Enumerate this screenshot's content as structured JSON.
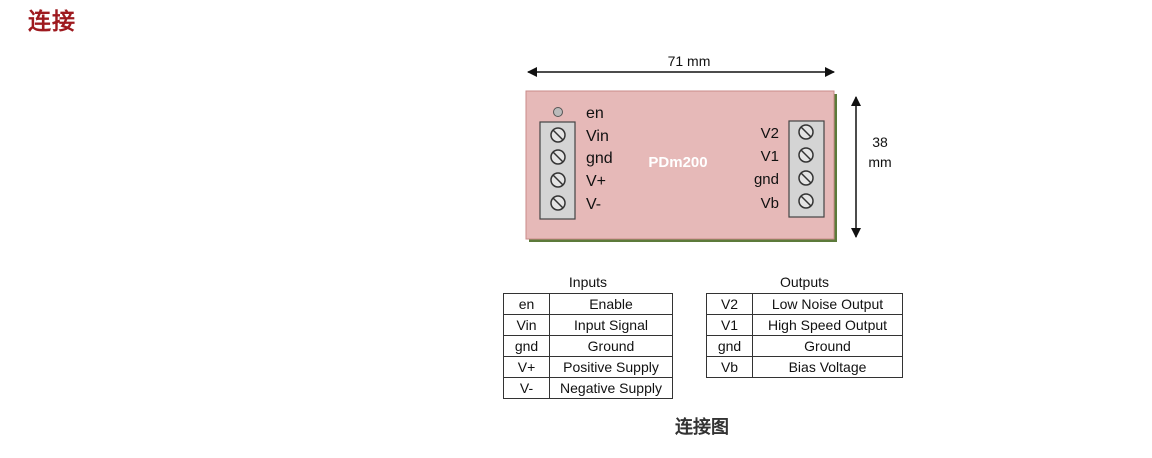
{
  "heading": "连接",
  "figure_caption": "连接图",
  "board": {
    "name": "PDm200",
    "width_label": "71 mm",
    "height_label_line1": "38",
    "height_label_line2": "mm",
    "left_pins": [
      "en",
      "Vin",
      "gnd",
      "V+",
      "V-"
    ],
    "right_pins": [
      "V2",
      "V1",
      "gnd",
      "Vb"
    ]
  },
  "inputs": {
    "title": "Inputs",
    "rows": [
      {
        "pin": "en",
        "desc": "Enable"
      },
      {
        "pin": "Vin",
        "desc": "Input Signal"
      },
      {
        "pin": "gnd",
        "desc": "Ground"
      },
      {
        "pin": "V+",
        "desc": "Positive Supply"
      },
      {
        "pin": "V-",
        "desc": "Negative Supply"
      }
    ]
  },
  "outputs": {
    "title": "Outputs",
    "rows": [
      {
        "pin": "V2",
        "desc": "Low Noise Output"
      },
      {
        "pin": "V1",
        "desc": "High Speed Output"
      },
      {
        "pin": "gnd",
        "desc": "Ground"
      },
      {
        "pin": "Vb",
        "desc": "Bias Voltage"
      }
    ]
  },
  "colors": {
    "heading": "#9e1a1f",
    "board_fill": "#e6b9b8",
    "board_edge": "#c98a88",
    "board_shadow": "#5c7a3a",
    "terminal_block": "#d4d4d4",
    "board_label": "#ffffff"
  }
}
